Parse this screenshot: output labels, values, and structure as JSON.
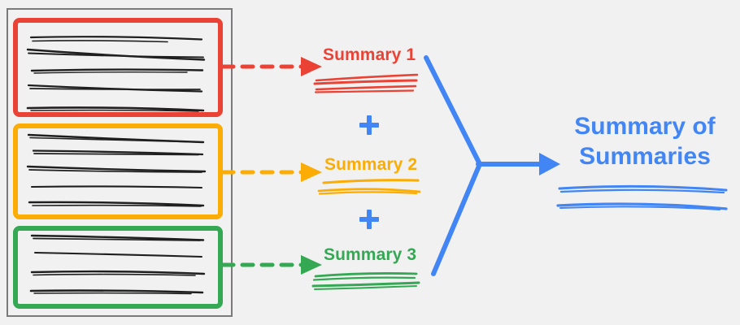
{
  "diagram": {
    "title_text": "Summary of Summaries",
    "background_color": "#f1f1f1",
    "type": "flow-diagram"
  },
  "document_panel": {
    "name": "source-documents-panel",
    "border_color": "#7a7a7a",
    "groups": [
      {
        "id": "group-1",
        "color": "#ea4335",
        "color_name": "red",
        "line_count": 5
      },
      {
        "id": "group-2",
        "color": "#fbac05",
        "color_name": "orange",
        "line_count": 5
      },
      {
        "id": "group-3",
        "color": "#34a853",
        "color_name": "green",
        "line_count": 4
      }
    ]
  },
  "arrows": [
    {
      "id": "arrow-1",
      "color": "#ea4335",
      "style": "dashed",
      "from": "group-1",
      "to": "summary-1"
    },
    {
      "id": "arrow-2",
      "color": "#fbac05",
      "style": "dashed",
      "from": "group-2",
      "to": "summary-2"
    },
    {
      "id": "arrow-3",
      "color": "#34a853",
      "style": "dashed",
      "from": "group-3",
      "to": "summary-3"
    },
    {
      "id": "merge-arrow",
      "color": "#4285f4",
      "style": "solid",
      "from": "summaries",
      "to": "final-summary"
    }
  ],
  "summaries": [
    {
      "id": "summary-1",
      "label": "Summary 1",
      "color": "#ea4335",
      "line_count": 3
    },
    {
      "id": "summary-2",
      "label": "Summary 2",
      "color": "#fbac05",
      "line_count": 2
    },
    {
      "id": "summary-3",
      "label": "Summary 3",
      "color": "#34a853",
      "line_count": 3
    }
  ],
  "operators": [
    {
      "id": "plus-1",
      "symbol": "+",
      "color": "#4285f4"
    },
    {
      "id": "plus-2",
      "symbol": "+",
      "color": "#4285f4"
    }
  ],
  "final_summary": {
    "id": "final-summary",
    "line1": "Summary of",
    "line2": "Summaries",
    "color": "#4285f4",
    "line_count": 2
  }
}
